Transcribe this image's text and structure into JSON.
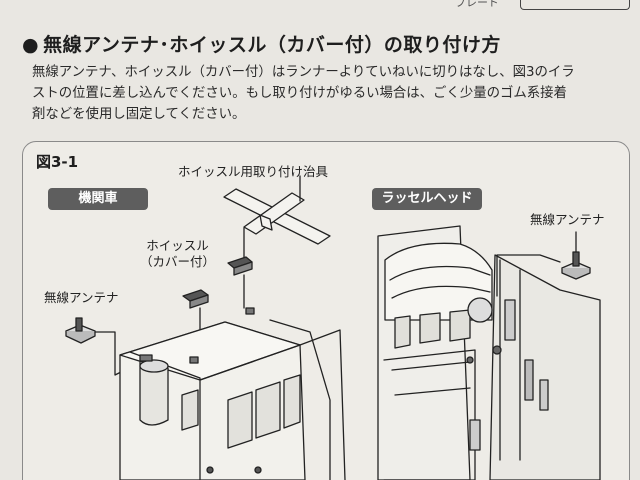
{
  "top_fragment": "ブレード",
  "heading": {
    "bullet": "●",
    "title": "無線アンテナ･ホイッスル（カバー付）の取り付け方"
  },
  "instructions": [
    "無線アンテナ、ホイッスル（カバー付）はランナーよりていねいに切りはなし、図3のイラ",
    "ストの位置に差し込んでください。もし取り付けがゆるい場合は、ごく少量のゴム系接着",
    "剤などを使用し固定してください。"
  ],
  "figure": {
    "label": "図3-1",
    "tags": {
      "locomotive": "機関車",
      "russell_head": "ラッセルヘッド"
    },
    "callouts": {
      "whistle_jig": "ホイッスル用取り付け治具",
      "whistle_line1": "ホイッスル",
      "whistle_line2": "（カバー付）",
      "antenna_left": "無線アンテナ",
      "antenna_right": "無線アンテナ"
    }
  },
  "colors": {
    "ink": "#1e1e1e",
    "tag_bg": "#5e5e5e",
    "paper": "#e9e7e2"
  }
}
